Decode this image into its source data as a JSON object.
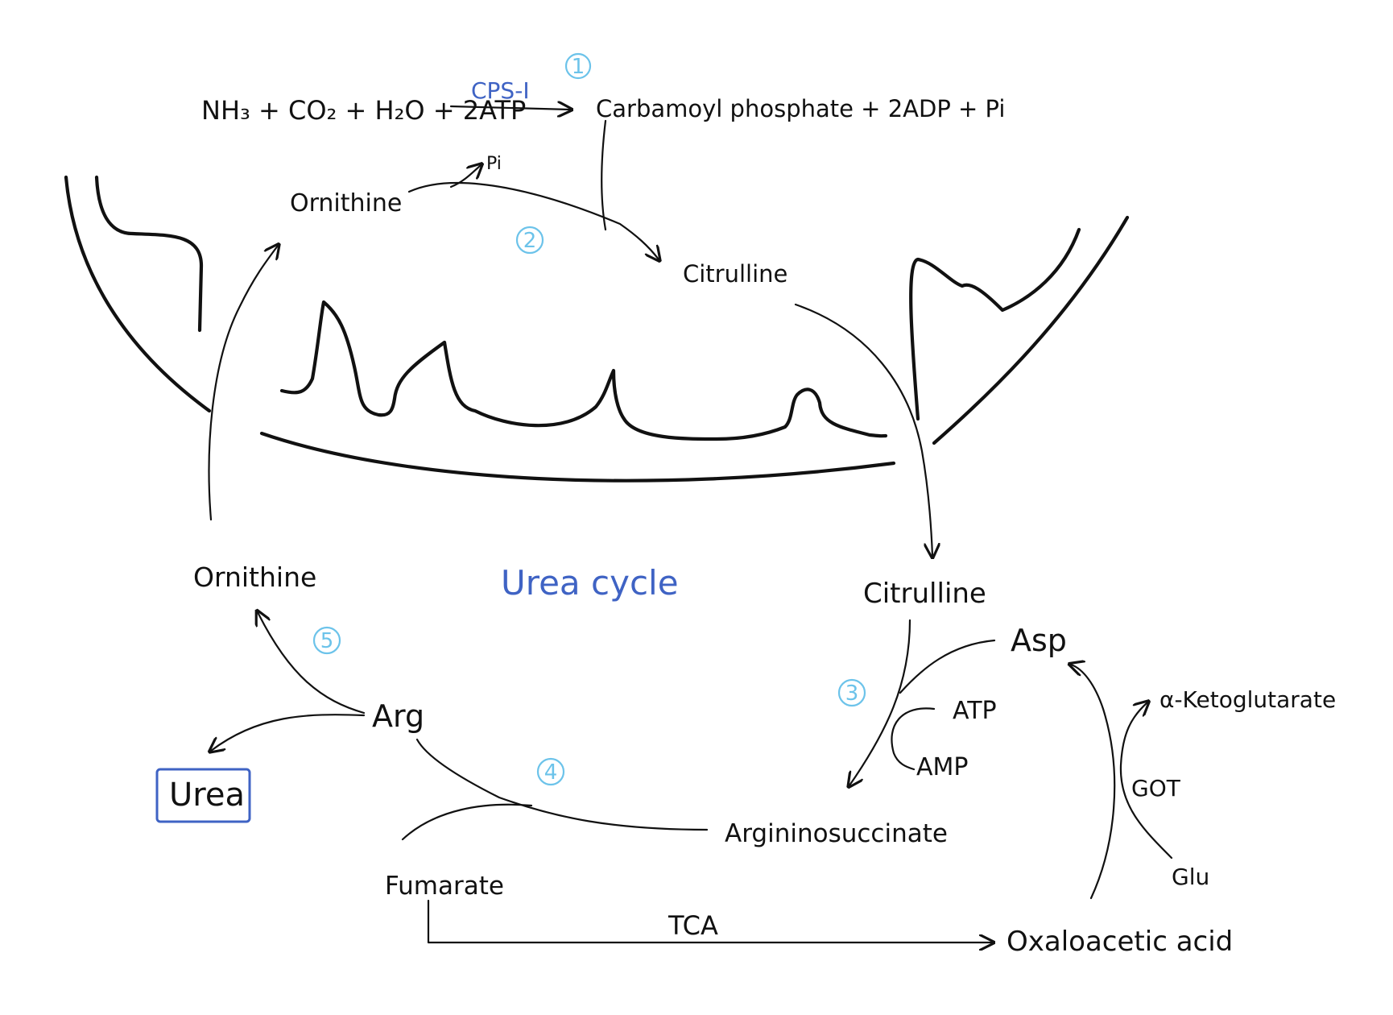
{
  "title": "Urea cycle",
  "colors": {
    "ink": "#111111",
    "title_blue": "#3f63c4",
    "step_circle": "#6cc3ea",
    "urea_box": "#3f63c4"
  },
  "reaction1": {
    "reactants": "NH₃ + CO₂ + H₂O + 2ATP",
    "enzyme": "CPS-I",
    "products": "Carbamoyl phosphate + 2ADP + Pi"
  },
  "mito": {
    "ornithine": "Ornithine",
    "pi": "Pi",
    "citrulline": "Citrulline"
  },
  "cyto": {
    "citrulline": "Citrulline",
    "asp": "Asp",
    "atp": "ATP",
    "amp": "AMP",
    "argininosuccinate": "Argininosuccinate",
    "fumarate": "Fumarate",
    "arg": "Arg",
    "urea": "Urea",
    "ornithine": "Ornithine"
  },
  "transamination": {
    "a_ketoglutarate": "α-Ketoglutarate",
    "enzyme": "GOT",
    "glu": "Glu",
    "oaa": "Oxaloacetic acid"
  },
  "tca_label": "TCA",
  "steps": [
    "1",
    "2",
    "3",
    "4",
    "5"
  ]
}
